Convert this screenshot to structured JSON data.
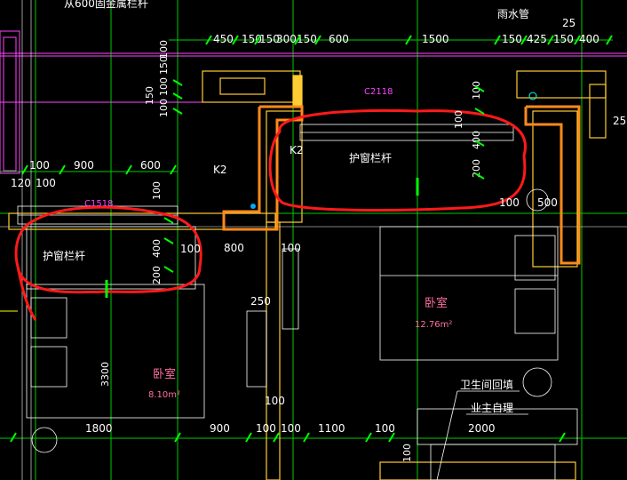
{
  "top_note": "从600固金属栏杆",
  "rain_pipe": "雨水管",
  "top_dims": [
    "450",
    "150",
    "150",
    "300",
    "150",
    "600",
    "1500",
    "150",
    "425",
    "150",
    "400"
  ],
  "top_right_small": "25",
  "left_vert_dims": [
    "150",
    "100",
    "100",
    "150",
    "100"
  ],
  "window_tags": {
    "c2118": "C2118",
    "c1518": "C1518",
    "k2_left": "K2",
    "k2_right": "K2"
  },
  "mid_left_dims": [
    "100",
    "900",
    "600"
  ],
  "mid_left_small": [
    "120",
    "100"
  ],
  "mid_right_vert": [
    "100",
    "100",
    "400",
    "200"
  ],
  "mid_right_small": [
    "100",
    "500"
  ],
  "left_vert2": [
    "100",
    "400",
    "200"
  ],
  "guard_label_right": "护窗栏杆",
  "guard_label_left": "护窗栏杆",
  "misc_dims": {
    "d100a": "100",
    "d800": "800",
    "d100b": "100",
    "d250": "250",
    "d3300": "3300",
    "d100c": "100",
    "d25r": "25"
  },
  "rooms": [
    {
      "name": "卧室",
      "area": "12.76m²"
    },
    {
      "name": "卧室",
      "area": "8.10m²"
    }
  ],
  "bath_note1": "卫生间回填",
  "bath_note2": "业主自理",
  "bottom_dims": [
    "1800",
    "900",
    "100",
    "100",
    "1100",
    "100",
    "2000"
  ],
  "bottom_small": "100"
}
